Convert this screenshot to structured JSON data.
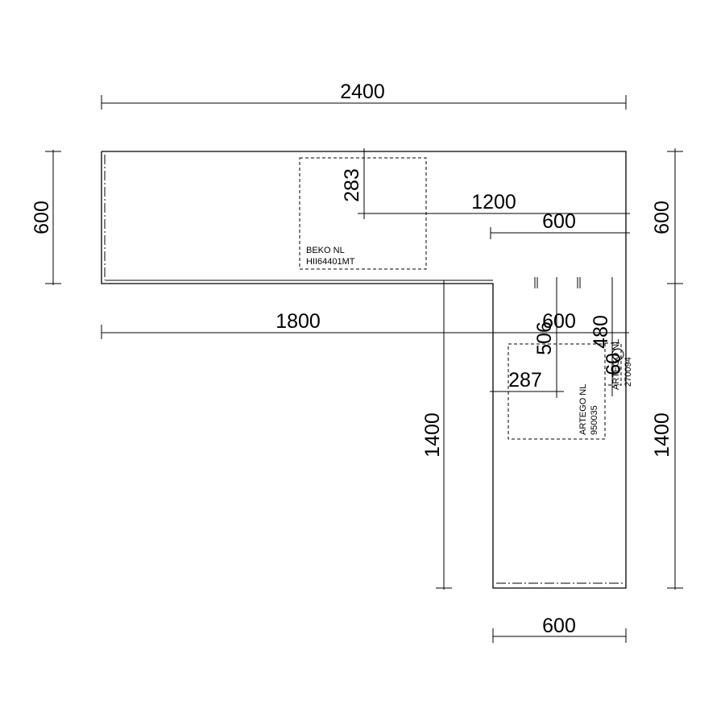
{
  "dimensions": {
    "top_width": "2400",
    "left_depth": "600",
    "right_depth_top": "600",
    "hob_offset_y": "283",
    "hob_offset_x": "1200",
    "hob_ref": "600",
    "counter_length": "1800",
    "lower_width_top": "600",
    "sink_offset_y": "506",
    "tap_offset_y": "480",
    "sink_offset_x": "287",
    "leg_length_left": "1400",
    "leg_length_right": "1400",
    "bottom_width": "600",
    "small_dim": "60"
  },
  "appliances": {
    "hob": {
      "brand": "BEKO NL",
      "model": "HII64401MT"
    },
    "sink": {
      "brand": "ARTEGO NL",
      "model": "950035"
    },
    "tap": {
      "brand": "ARTEGO NL",
      "model": "270094"
    }
  }
}
